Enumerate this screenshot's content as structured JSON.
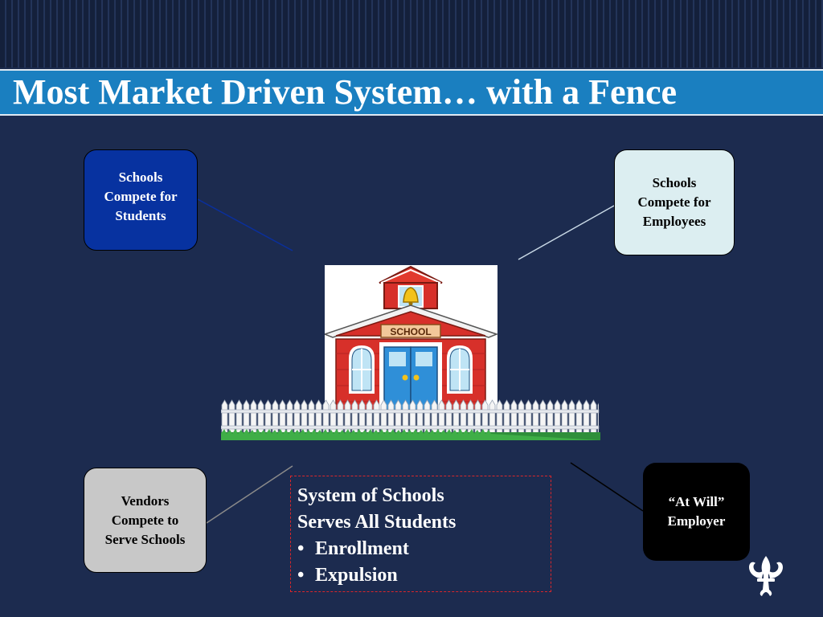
{
  "slide": {
    "title": "Most Market Driven System… with a Fence"
  },
  "boxes": {
    "students": "Schools\nCompete for\nStudents",
    "employees": "Schools\nCompete for\nEmployees",
    "vendors": "Vendors\nCompete to\nServe Schools",
    "employer": "“At Will”\nEmployer"
  },
  "school_sign": "SCHOOL",
  "system": {
    "line1": "System of Schools",
    "line2": "Serves All Students",
    "bullets": [
      "Enrollment",
      "Expulsion"
    ]
  },
  "colors": {
    "background": "#1b2a4c",
    "title_bar": "#1a7fc0",
    "students_box": "#0732a0",
    "employees_box": "#dceef1",
    "vendors_box": "#c8c8c8",
    "employer_box": "#000000",
    "dashed_border": "#d9262b"
  },
  "icons": {
    "school": "schoolhouse-illustration",
    "fence": "picket-fence-illustration",
    "logo": "fleur-de-lis-icon"
  }
}
